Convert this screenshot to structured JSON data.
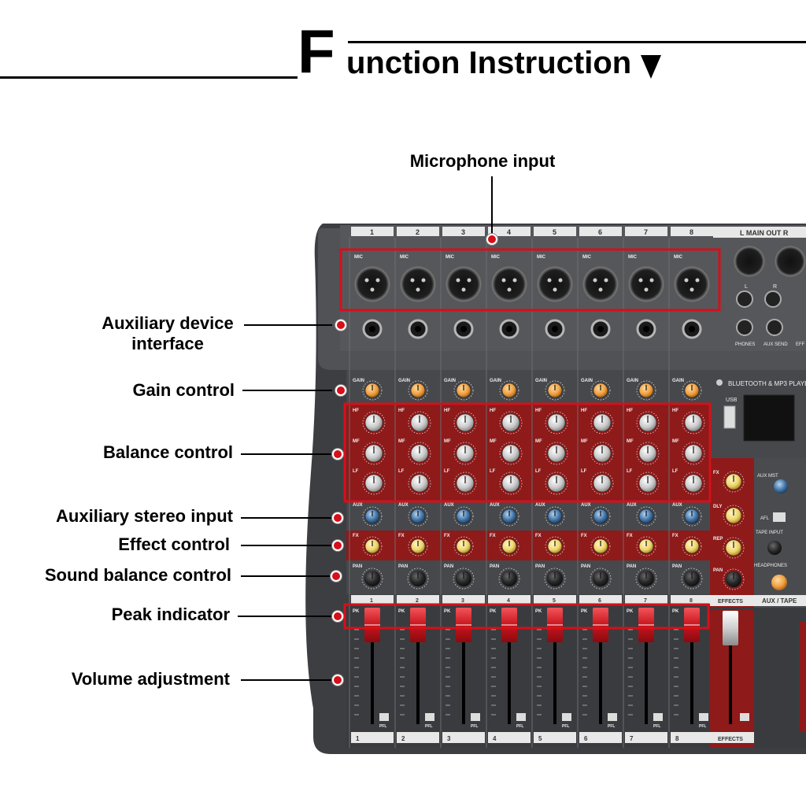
{
  "header": {
    "title_initial": "F",
    "title_rest": "unction Instruction"
  },
  "callouts": {
    "microphone_input": "Microphone input",
    "auxiliary_device_line1": "Auxiliary device",
    "auxiliary_device_line2": "interface",
    "gain_control": "Gain control",
    "balance_control": "Balance control",
    "auxiliary_stereo_input": "Auxiliary stereo input",
    "effect_control": "Effect control",
    "sound_balance_control": "Sound balance control",
    "peak_indicator": "Peak indicator",
    "volume_adjustment": "Volume adjustment"
  },
  "mixer": {
    "channels": [
      "1",
      "2",
      "3",
      "4",
      "5",
      "6",
      "7",
      "8"
    ],
    "mic_label": "MIC",
    "main_out": "L  MAIN OUT  R",
    "bluetooth_label": "BLUETOOTH & MP3 PLAYE",
    "usb_label": "USB",
    "knob_labels": {
      "gain": "GAIN",
      "hf": "HF",
      "mf": "MF",
      "lf": "LF",
      "aux": "AUX",
      "fx": "FX",
      "pan": "PAN"
    },
    "peak_label": "PK",
    "pfl_label": "PFL",
    "effects_label": "EFFECTS",
    "effects_knobs": [
      "FX",
      "DLY",
      "REP",
      "PAN"
    ],
    "aux_tape_label": "AUX / TAPE",
    "aux_mst": "AUX MST",
    "afl": "AFL",
    "tape_input": "TAPE INPUT",
    "headphones": "HEADPHONES",
    "jack_labels": [
      "L",
      "R",
      "PHONES",
      "AUX SEND",
      "EFF"
    ],
    "colors": {
      "panel": "#4a4b4f",
      "panel_dark": "#2f3033",
      "red_section": "#8e1a1a",
      "highlight": "#d4101a",
      "fader_cap": "#d8222a"
    }
  }
}
